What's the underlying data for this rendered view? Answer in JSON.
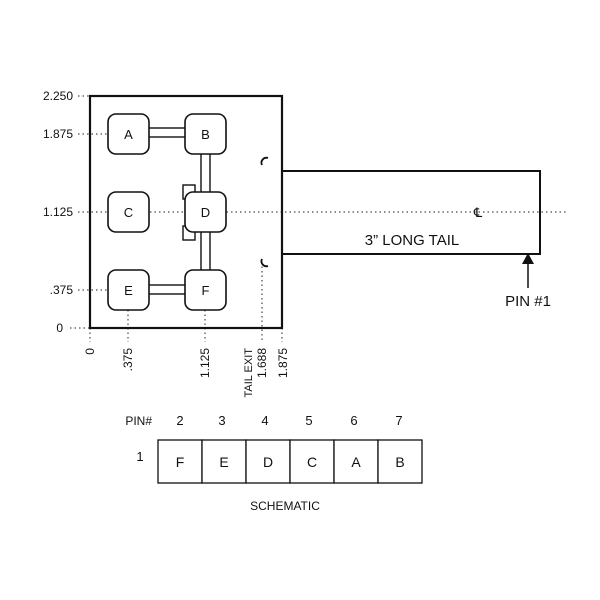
{
  "drawing": {
    "y_axis_labels": [
      "2.250",
      "1.875",
      "1.125",
      ".375",
      "0"
    ],
    "x_axis_labels": [
      "0",
      ".375",
      "1.125",
      "1.688",
      "1.875"
    ],
    "tail_exit_label": "TAIL EXIT",
    "tail_label": "3” LONG TAIL",
    "pin1_label": "PIN #1",
    "centerline_symbol": "℄",
    "pads": [
      "A",
      "B",
      "C",
      "D",
      "E",
      "F"
    ]
  },
  "schematic": {
    "header_label": "PIN#",
    "row_label": "1",
    "pin_numbers": [
      "2",
      "3",
      "4",
      "5",
      "6",
      "7"
    ],
    "cells": [
      "F",
      "E",
      "D",
      "C",
      "A",
      "B"
    ],
    "title": "SCHEMATIC"
  }
}
